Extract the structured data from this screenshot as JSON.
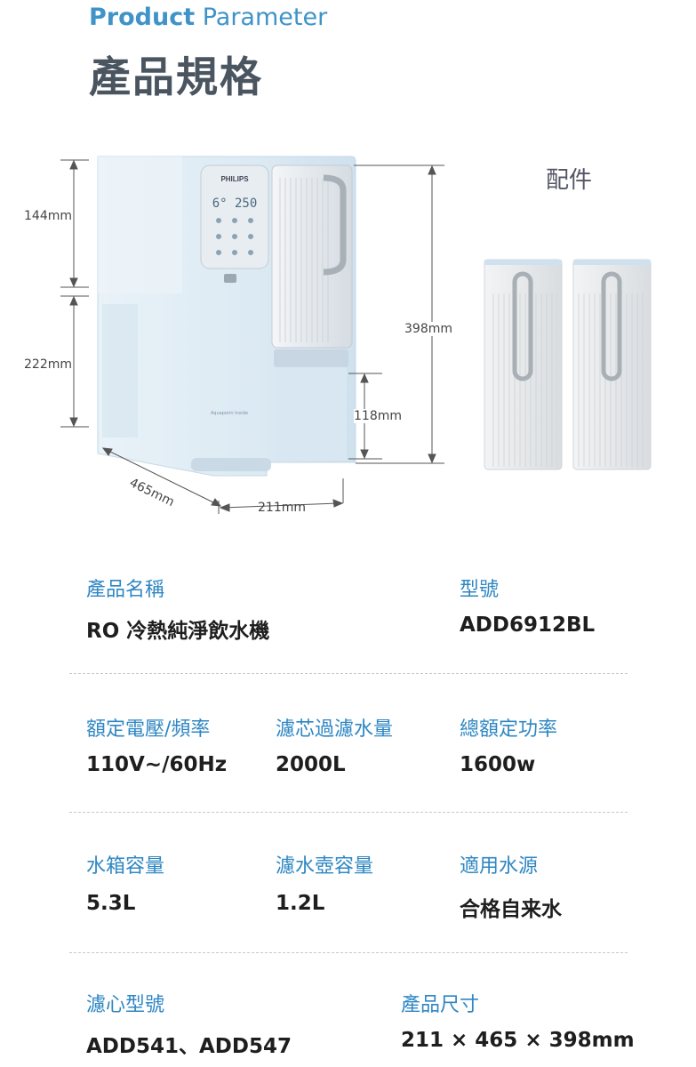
{
  "header": {
    "title_en_bold": "Product",
    "title_en_light": "Parameter",
    "title_zh": "產品規格"
  },
  "figure": {
    "brand": "PHILIPS",
    "display_reading": "6° 250",
    "base_label": "Aquaporin Inside",
    "dimensions": {
      "top_height": "144mm",
      "bottom_height": "222mm",
      "total_height": "398mm",
      "tray_height": "118mm",
      "depth": "465mm",
      "width": "211mm"
    },
    "accessories_title": "配件"
  },
  "specs": [
    [
      {
        "label": "產品名稱",
        "value": "RO 冷熱純淨飲水機"
      },
      {
        "label": "型號",
        "value": "ADD6912BL"
      }
    ],
    [
      {
        "label": "額定電壓/頻率",
        "value": "110V~/60Hz"
      },
      {
        "label": "濾芯過濾水量",
        "value": "2000L"
      },
      {
        "label": "總額定功率",
        "value": "1600w"
      }
    ],
    [
      {
        "label": "水箱容量",
        "value": "5.3L"
      },
      {
        "label": "濾水壺容量",
        "value": "1.2L"
      },
      {
        "label": "適用水源",
        "value": "合格自来水"
      }
    ],
    [
      {
        "label": "濾心型號",
        "value": "ADD541、ADD547"
      },
      {
        "label": "產品尺寸",
        "value": "211 × 465 × 398mm"
      }
    ]
  ]
}
